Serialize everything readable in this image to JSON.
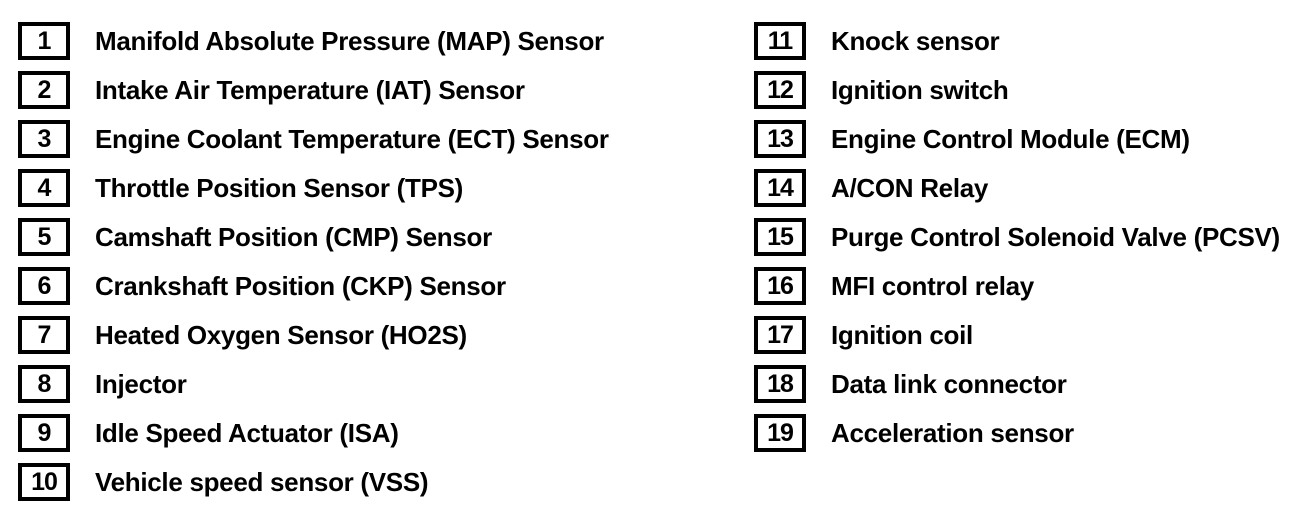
{
  "page": {
    "background_color": "#ffffff",
    "text_color": "#000000",
    "border_color": "#000000"
  },
  "legend": {
    "left_items": [
      {
        "number": "1",
        "label": "Manifold Absolute Pressure (MAP) Sensor"
      },
      {
        "number": "2",
        "label": "Intake Air Temperature (IAT) Sensor"
      },
      {
        "number": "3",
        "label": "Engine Coolant Temperature (ECT) Sensor"
      },
      {
        "number": "4",
        "label": "Throttle Position Sensor (TPS)"
      },
      {
        "number": "5",
        "label": "Camshaft Position (CMP) Sensor"
      },
      {
        "number": "6",
        "label": "Crankshaft Position (CKP) Sensor"
      },
      {
        "number": "7",
        "label": "Heated Oxygen Sensor (HO2S)"
      },
      {
        "number": "8",
        "label": "Injector"
      },
      {
        "number": "9",
        "label": "Idle Speed Actuator (ISA)"
      },
      {
        "number": "10",
        "label": "Vehicle speed sensor (VSS)"
      }
    ],
    "right_items": [
      {
        "number": "11",
        "label": "Knock sensor"
      },
      {
        "number": "12",
        "label": "Ignition switch"
      },
      {
        "number": "13",
        "label": "Engine Control Module (ECM)"
      },
      {
        "number": "14",
        "label": "A/CON Relay"
      },
      {
        "number": "15",
        "label": "Purge Control Solenoid Valve (PCSV)"
      },
      {
        "number": "16",
        "label": "MFI control relay"
      },
      {
        "number": "17",
        "label": "Ignition coil"
      },
      {
        "number": "18",
        "label": "Data link connector"
      },
      {
        "number": "19",
        "label": "Acceleration sensor"
      }
    ]
  }
}
